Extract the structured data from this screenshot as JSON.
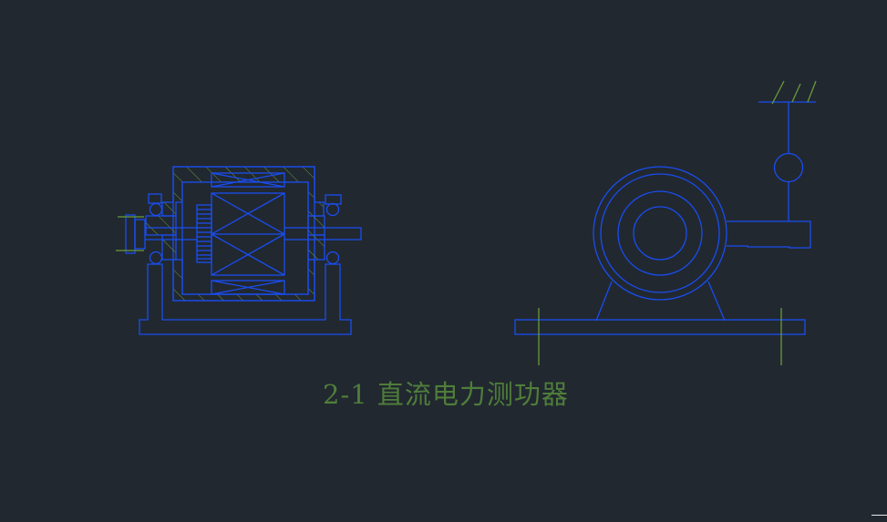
{
  "drawing": {
    "title": "2-1 直流电力测功器",
    "views": [
      {
        "name": "section-view",
        "description": "Longitudinal cross-section of DC dynamometer: hatched housing, stator windings, rotor, commutator, shaft, bearings and base frame"
      },
      {
        "name": "end-view",
        "description": "End view of dynamometer on base plate with torque arm and spring balance hung from fixed support"
      }
    ]
  },
  "colors": {
    "background": "#212830",
    "line": "#1a4df0",
    "hatch": "#6a9a3a",
    "text": "#4f7d3a",
    "cursor": "#e8e8e8"
  }
}
